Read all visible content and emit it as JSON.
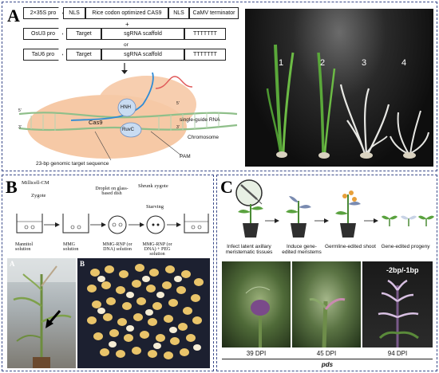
{
  "panelA": {
    "letter": "A",
    "row1": [
      "2×35S pro",
      "NLS",
      "Rice codon optimized CAS9",
      "NLS",
      "CaMV terminator"
    ],
    "plus": "+",
    "row2": [
      "OsU3 pro",
      "Target",
      "sgRNA scaffold",
      "TTTTTTT"
    ],
    "or": "or",
    "row3": [
      "TaU6 pro",
      "Target",
      "sgRNA scaffold",
      "TTTTTTT"
    ],
    "diagram_labels": {
      "cas9": "Cas9",
      "hnh": "HNH",
      "ruvc": "RuvC",
      "sgrna": "single-guide RNA",
      "chromosome": "Chromosome",
      "pam": "PAM",
      "target": "23-bp genomic target sequence",
      "five_prime_a": "5'",
      "three_prime_a": "3'",
      "five_prime_b": "5'",
      "three_prime_b": "3'"
    },
    "plant_numbers": [
      "1",
      "2",
      "3",
      "4"
    ]
  },
  "panelB": {
    "letter": "B",
    "steps_top": [
      "Millicell-CM",
      "Zygote",
      "Droplet on glass-based dish",
      "Shrunk zygote",
      "Starving"
    ],
    "steps_bottom": [
      "Mannitol solution",
      "MMG solution",
      "MMG-RNP (or DNA) solution",
      "MMG-RNP (or DNA) + PEG solution"
    ],
    "sub_a": "A",
    "sub_b": "B"
  },
  "panelC": {
    "letter": "C",
    "steps": [
      "Infect latent axillary meristematic tissues",
      "Induce gene-edited meristems",
      "Germline-edited shoot",
      "Gene-edited progeny"
    ],
    "mutation": "-2bp/-1bp",
    "dpi": [
      "39 DPI",
      "45 DPI",
      "94 DPI"
    ],
    "gene": "pds"
  },
  "colors": {
    "border": "#3a4a8a",
    "cas9_blob": "#f6c9a6",
    "rna": "#2e8bd6",
    "dna": "#8fbf8a"
  }
}
